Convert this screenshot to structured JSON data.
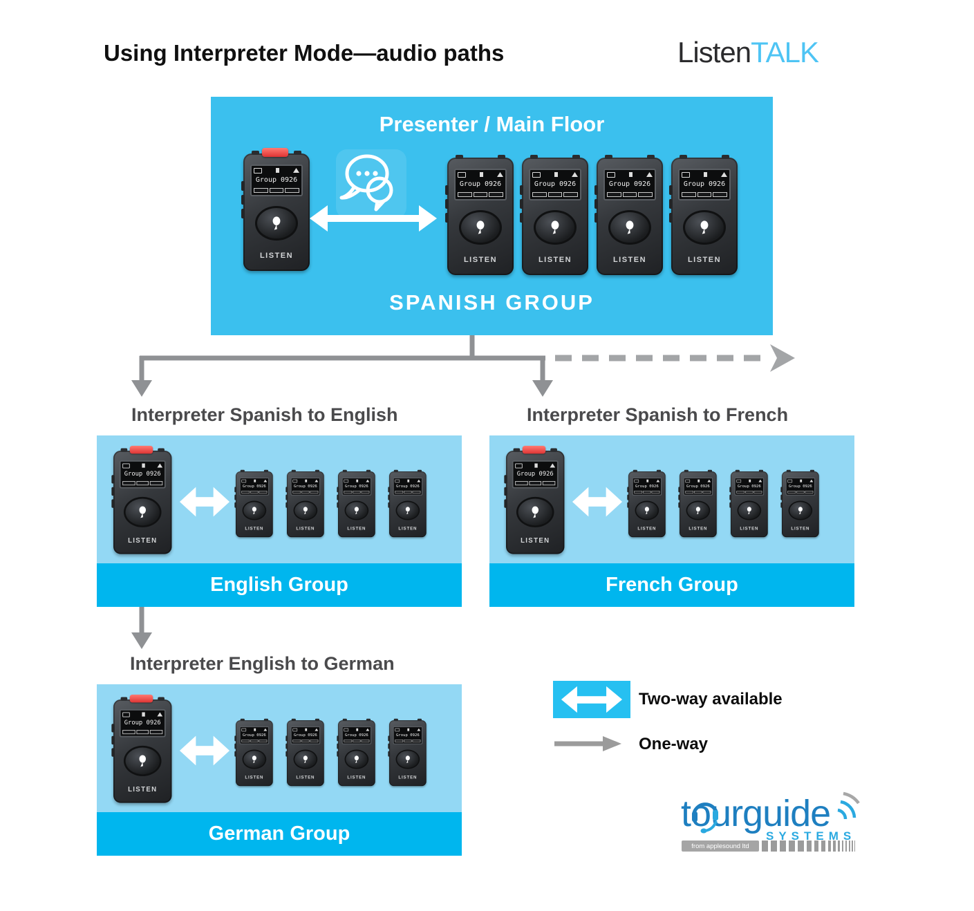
{
  "title": "Using Interpreter Mode—audio paths",
  "brand": {
    "part1": "Listen",
    "part2": "TALK"
  },
  "presenter": {
    "title": "Presenter / Main Floor",
    "group_label": "SPANISH GROUP"
  },
  "device": {
    "screen_group": "Group 0926",
    "brand": "LISTEN"
  },
  "branches": {
    "spanish_to_english": "Interpreter Spanish to English",
    "spanish_to_french": "Interpreter Spanish to French",
    "english_to_german": "Interpreter English to German"
  },
  "groups": {
    "english": {
      "label": "English Group",
      "leader_count": 1,
      "receiver_count": 4
    },
    "french": {
      "label": "French Group",
      "leader_count": 1,
      "receiver_count": 4
    },
    "german": {
      "label": "German Group",
      "leader_count": 1,
      "receiver_count": 4
    },
    "spanish": {
      "leader_count": 1,
      "receiver_count": 4
    }
  },
  "legend": {
    "two_way": "Two-way available",
    "one_way": "One-way"
  },
  "footer_logo": {
    "name": "tourguide",
    "systems": "SYSTEMS",
    "tagline": "from applesound ltd"
  },
  "colors": {
    "presenter_box": "#3bc0ee",
    "group_body": "#93d8f4",
    "group_footer": "#00b6ee",
    "legend_box": "#26c0f1",
    "arrow_gray": "#8f9194",
    "brand_cyan": "#4ec4f4",
    "tourguide_blue": "#1e7fc0"
  }
}
